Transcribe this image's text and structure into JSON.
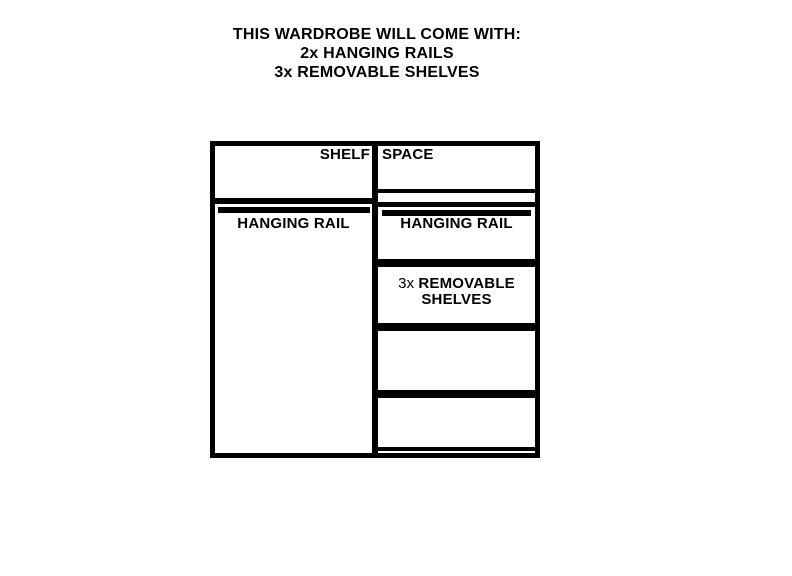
{
  "title": {
    "line1": "THIS WARDROBE WILL COME WITH:",
    "line2": "2x HANGING RAILS",
    "line3": "3x REMOVABLE SHELVES"
  },
  "diagram": {
    "top_section": {
      "left_label": "SHELF",
      "right_label": "SPACE"
    },
    "left_column": {
      "hanging_rail_label": "HANGING RAIL"
    },
    "right_column": {
      "hanging_rail_label": "HANGING RAIL",
      "shelves_prefix": "3x",
      "shelves_line1": "REMOVABLE",
      "shelves_line2": "SHELVES"
    },
    "colors": {
      "line": "#000000",
      "background": "#ffffff",
      "text": "#000000"
    }
  }
}
